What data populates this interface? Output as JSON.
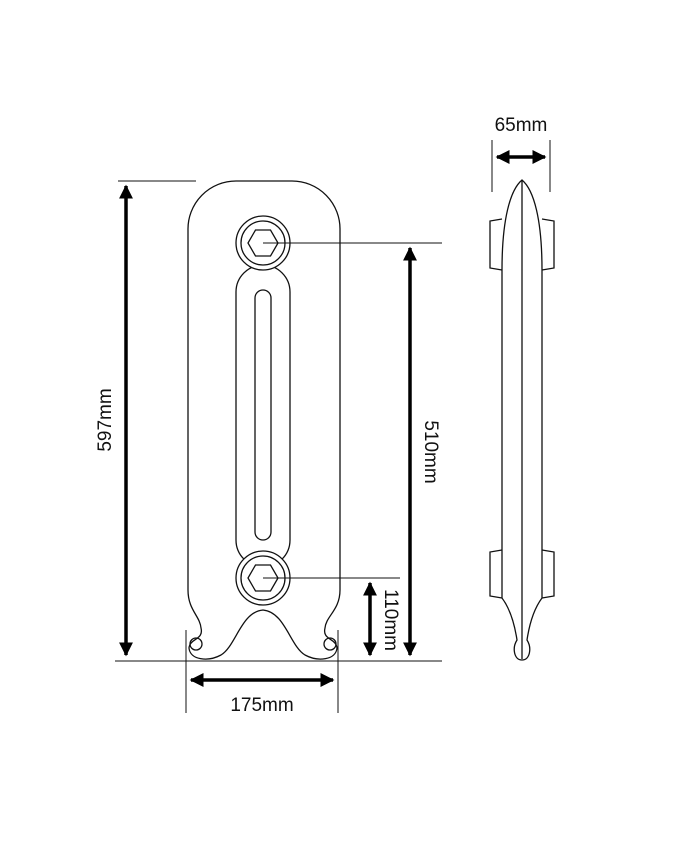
{
  "diagram": {
    "front_view": {
      "height_label": "597mm",
      "centres_label": "510mm",
      "pipe_height_label": "110mm",
      "width_label": "175mm"
    },
    "side_view": {
      "depth_label": "65mm"
    },
    "colors": {
      "line": "#111111",
      "background": "#ffffff"
    }
  }
}
